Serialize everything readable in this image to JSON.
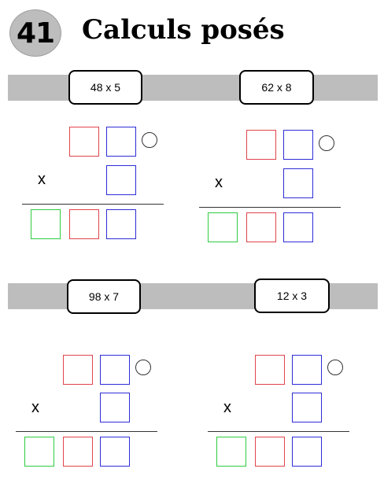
{
  "header": {
    "number": "41",
    "title": "Calculs posés"
  },
  "exercises": [
    {
      "label": "48 x 5",
      "operator": "x"
    },
    {
      "label": "62 x 8",
      "operator": "x"
    },
    {
      "label": "98 x 7",
      "operator": "x"
    },
    {
      "label": "12 x 3",
      "operator": "x"
    }
  ],
  "colors": {
    "tens": "#e0444a",
    "units": "#2d2dd8",
    "hundreds": "#2ecc40",
    "band": "#bdbdbd"
  }
}
